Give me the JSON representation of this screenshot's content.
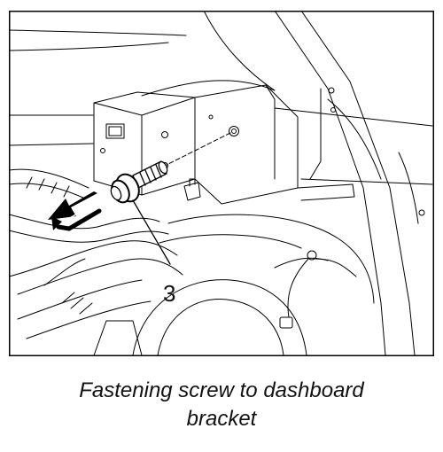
{
  "figure": {
    "callouts": [
      {
        "label": "3",
        "part": "screw"
      }
    ]
  },
  "caption": {
    "line1": "Fastening screw to dashboard",
    "line2": "bracket"
  }
}
